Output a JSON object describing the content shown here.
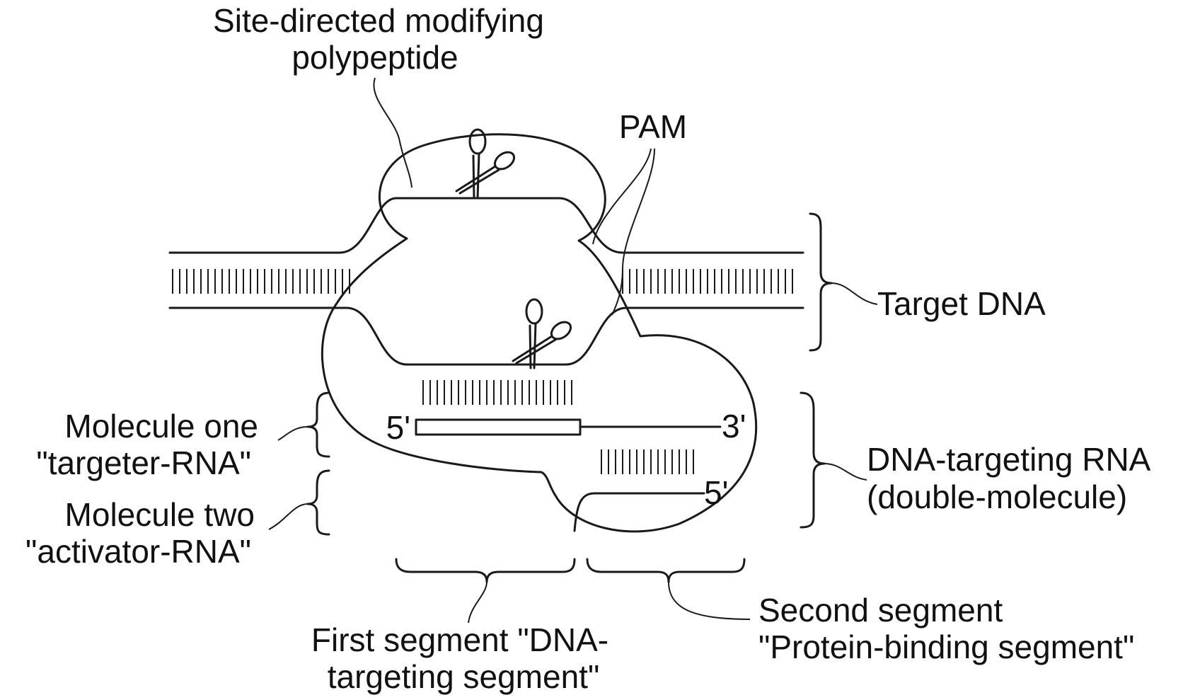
{
  "labels": {
    "polypeptide_line1": "Site-directed modifying",
    "polypeptide_line2": "polypeptide",
    "pam": "PAM",
    "target_dna": "Target DNA",
    "molecule_one_line1": "Molecule one",
    "molecule_one_line2": "\"targeter-RNA\"",
    "molecule_two_line1": "Molecule two",
    "molecule_two_line2": "\"activator-RNA\"",
    "five_prime_left": "5'",
    "three_prime": "3'",
    "five_prime_right": "5'",
    "dna_targeting_rna_line1": "DNA-targeting RNA",
    "dna_targeting_rna_line2": "(double-molecule)",
    "first_segment_line1": "First segment \"DNA-",
    "first_segment_line2": "targeting segment\"",
    "second_segment_line1": "Second segment",
    "second_segment_line2": "\"Protein-binding segment\""
  },
  "icons": [
    "scissors-icon-top",
    "scissors-icon-bottom"
  ],
  "colors": {
    "ink": "#1a1a1a",
    "background": "#ffffff"
  }
}
